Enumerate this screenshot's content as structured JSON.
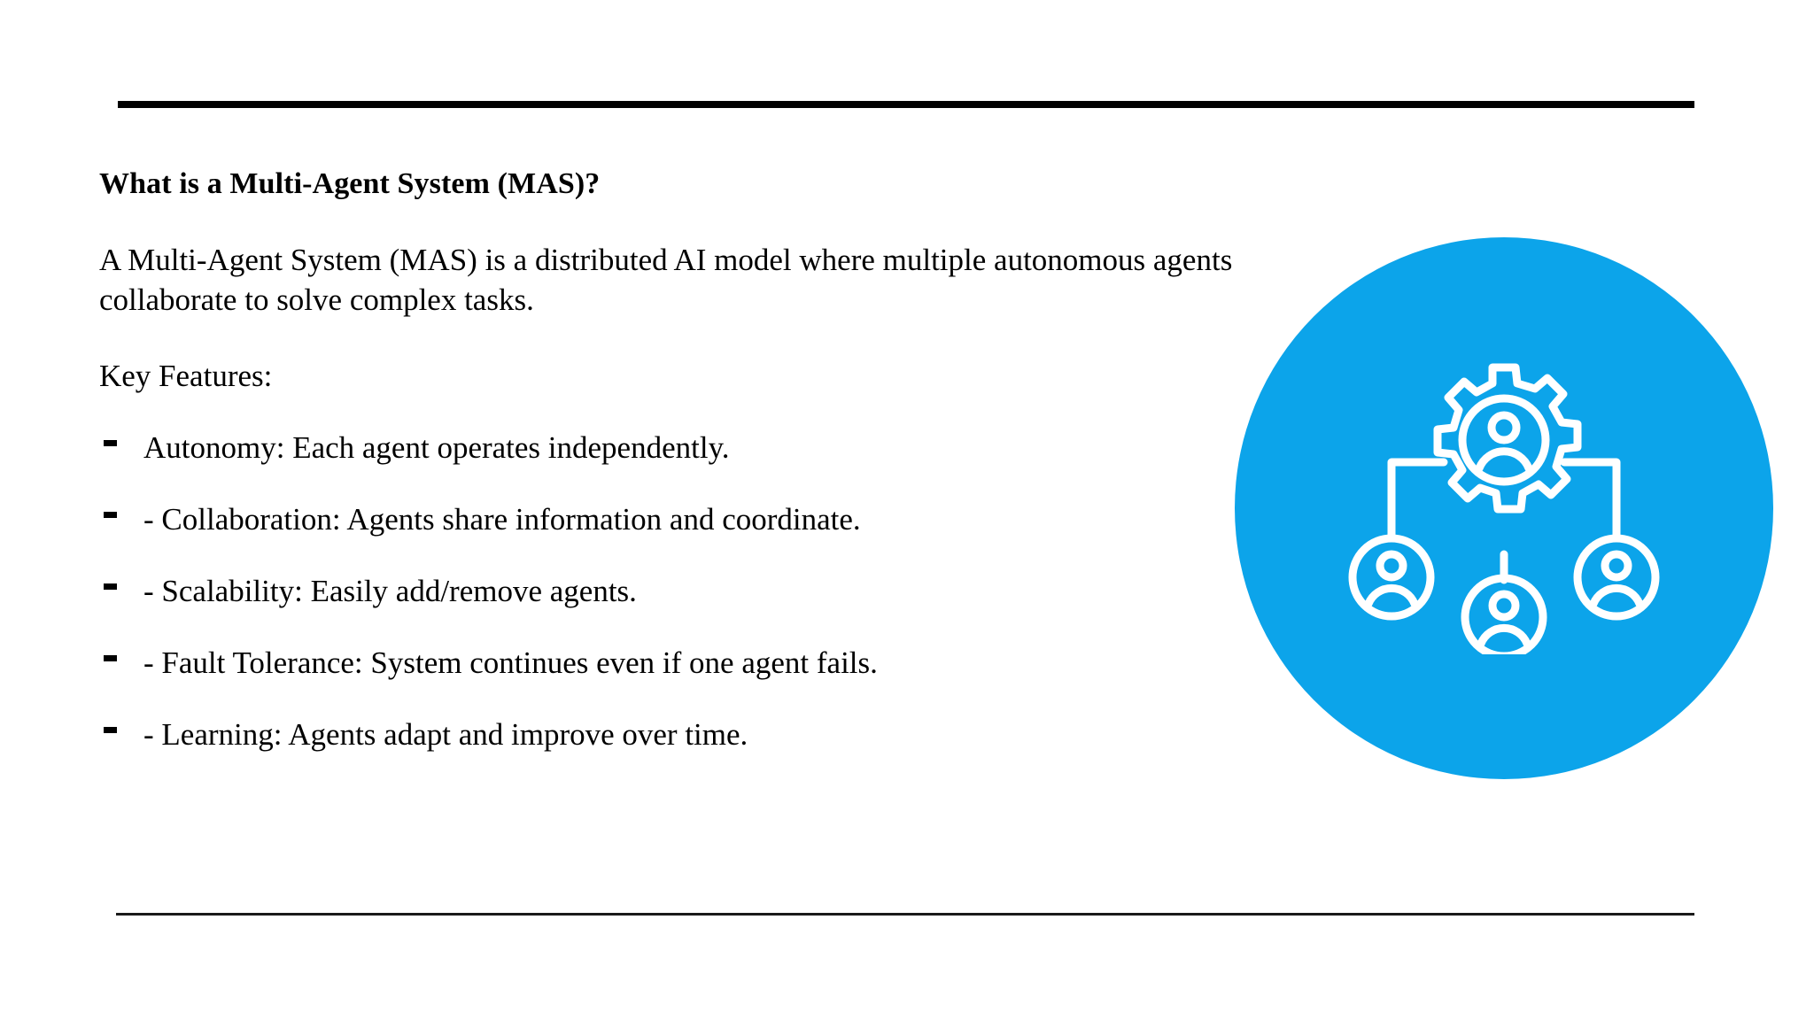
{
  "slide": {
    "headline": "What is a Multi-Agent System (MAS)?",
    "intro_paragraph": " A Multi-Agent System (MAS) is a distributed AI model where multiple autonomous agents collaborate to solve complex tasks.",
    "subheading": "Key Features:",
    "features": [
      {
        "text": "Autonomy: Each agent operates independently."
      },
      {
        "text": "- Collaboration: Agents share information and coordinate."
      },
      {
        "text": "- Scalability: Easily add/remove agents."
      },
      {
        "text": "- Fault Tolerance: System continues even if one agent fails."
      },
      {
        "text": "- Learning: Agents adapt and improve over time."
      }
    ]
  },
  "graphic": {
    "name": "multi-agent-network-illustration",
    "disc_color": "#0CA4EA",
    "stroke_color": "#FFFFFF",
    "icon_parts": [
      "gear-with-person-icon",
      "person-avatar-left-icon",
      "person-avatar-center-icon",
      "person-avatar-right-icon",
      "connector-lines"
    ]
  },
  "decorations": {
    "top_rule_color": "#000000",
    "bottom_rule_color": "#1A1A1A"
  }
}
